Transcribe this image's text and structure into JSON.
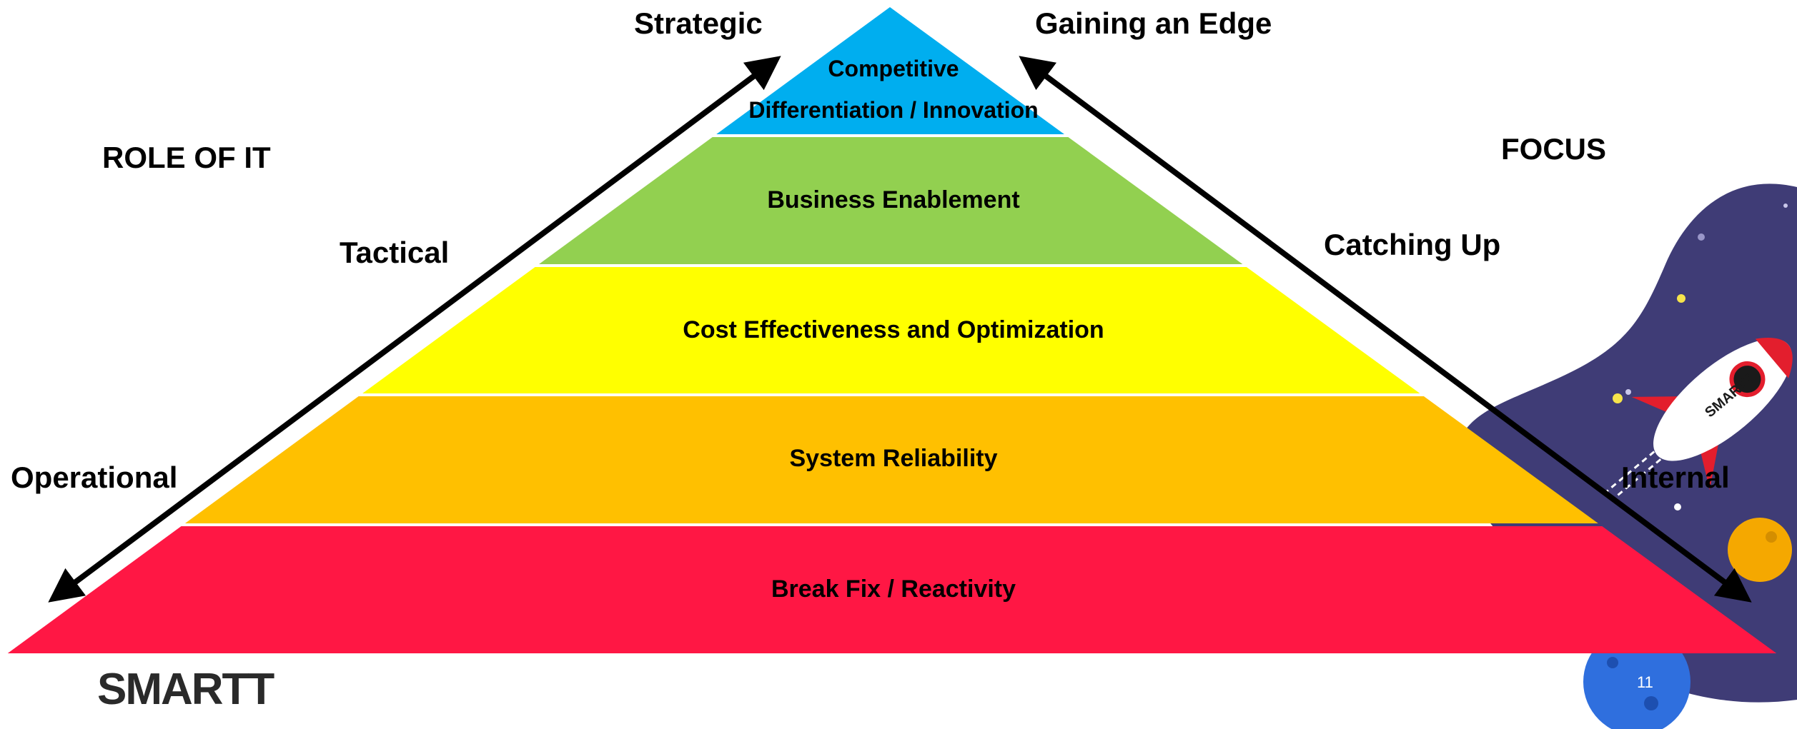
{
  "diagram": {
    "left_axis": {
      "title": "ROLE OF IT",
      "top": "Strategic",
      "middle": "Tactical",
      "bottom": "Operational"
    },
    "right_axis": {
      "title": "FOCUS",
      "top": "Gaining an Edge",
      "middle": "Catching Up",
      "bottom": "Internal"
    },
    "layers": [
      {
        "line1": "Competitive",
        "line2": "Differentiation / Innovation",
        "color": "#00AEEF"
      },
      {
        "label": "Business Enablement",
        "color": "#92D050"
      },
      {
        "label": "Cost Effectiveness and Optimization",
        "color": "#FFFF00"
      },
      {
        "label": "System Reliability",
        "color": "#FFC000"
      },
      {
        "label": "Break Fix / Reactivity",
        "color": "#FF1744"
      }
    ]
  },
  "footer": {
    "brand": "SMARTT",
    "page_number": "11"
  },
  "decoration": {
    "blob_color": "#3F3C76",
    "planet_color": "#F5A800",
    "moon_color": "#2F6FDE",
    "rocket_accent": "#E31E2D",
    "rocket_icon": "rocket-icon"
  }
}
